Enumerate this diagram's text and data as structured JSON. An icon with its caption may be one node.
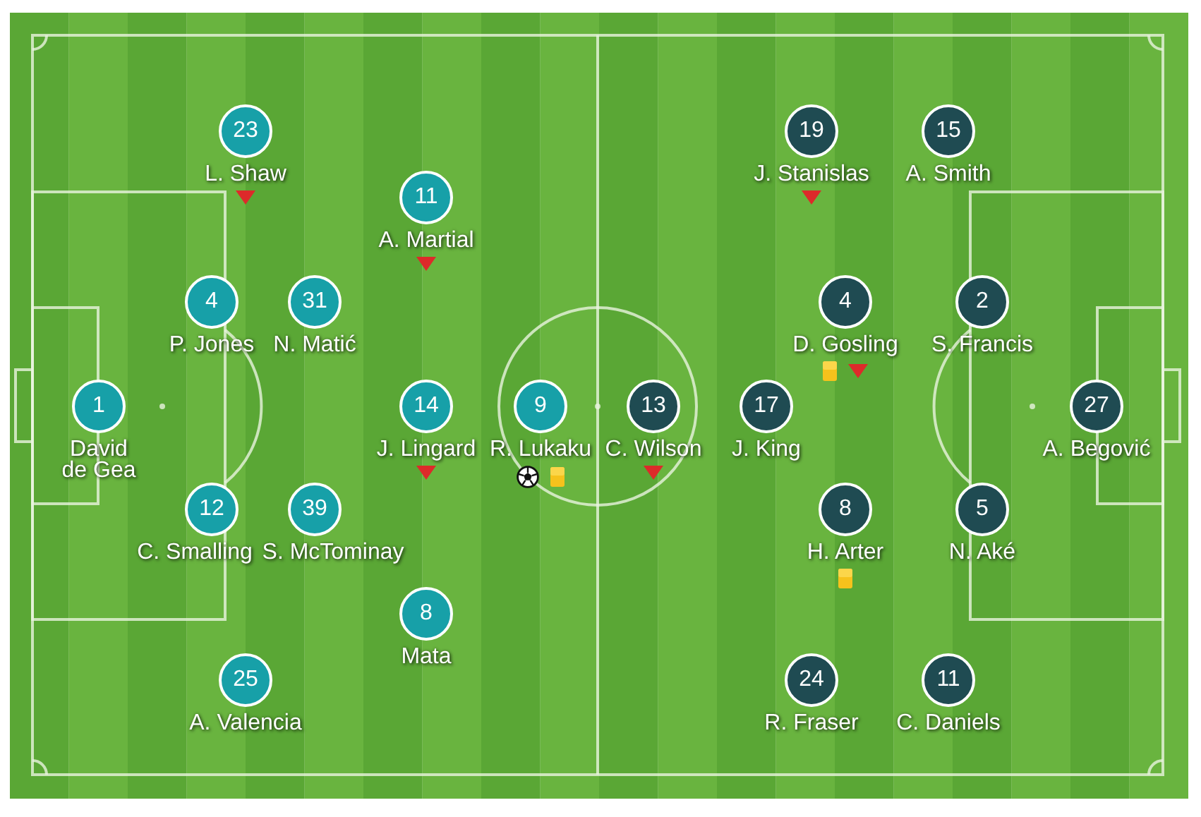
{
  "diagram": {
    "nodes": [
      {
        "text": [
          "1"
        ],
        "beside": [
          "David de Gea"
        ]
      },
      {
        "text": [
          "23"
        ],
        "beside": [
          "L. Shaw"
        ]
      },
      {
        "text": [
          "4"
        ],
        "beside": [
          "P. Jones"
        ]
      },
      {
        "text": [
          "12"
        ],
        "beside": [
          "C. Smalling"
        ]
      },
      {
        "text": [
          "25"
        ],
        "beside": [
          "A. Valencia"
        ]
      },
      {
        "text": [
          "31"
        ],
        "beside": [
          "N. Matić"
        ]
      },
      {
        "text": [
          "39"
        ],
        "beside": [
          "S. McTominay"
        ]
      },
      {
        "text": [
          "11"
        ],
        "beside": [
          "A. Martial"
        ]
      },
      {
        "text": [
          "14"
        ],
        "beside": [
          "J. Lingard"
        ]
      },
      {
        "text": [
          "8"
        ],
        "beside": [
          "Mata"
        ]
      },
      {
        "text": [
          "9"
        ],
        "beside": [
          "R. Lukaku"
        ]
      },
      {
        "text": [
          "13"
        ],
        "beside": [
          "C. Wilson"
        ]
      },
      {
        "text": [
          "17"
        ],
        "beside": [
          "J. King"
        ]
      },
      {
        "text": [
          "19"
        ],
        "beside": [
          "J. Stanislas"
        ]
      },
      {
        "text": [
          "4"
        ],
        "beside": [
          "D. Gosling"
        ]
      },
      {
        "text": [
          "8"
        ],
        "beside": [
          "H. Arter"
        ]
      },
      {
        "text": [
          "24"
        ],
        "beside": [
          "R. Fraser"
        ]
      },
      {
        "text": [
          "15"
        ],
        "beside": [
          "A. Smith"
        ]
      },
      {
        "text": [
          "2"
        ],
        "beside": [
          "S. Francis"
        ]
      },
      {
        "text": [
          "5"
        ],
        "beside": [
          "N. Aké"
        ]
      },
      {
        "text": [
          "11"
        ],
        "beside": [
          "C. Daniels"
        ]
      },
      {
        "text": [
          "27"
        ],
        "beside": [
          "A. Begović"
        ]
      }
    ]
  }
}
